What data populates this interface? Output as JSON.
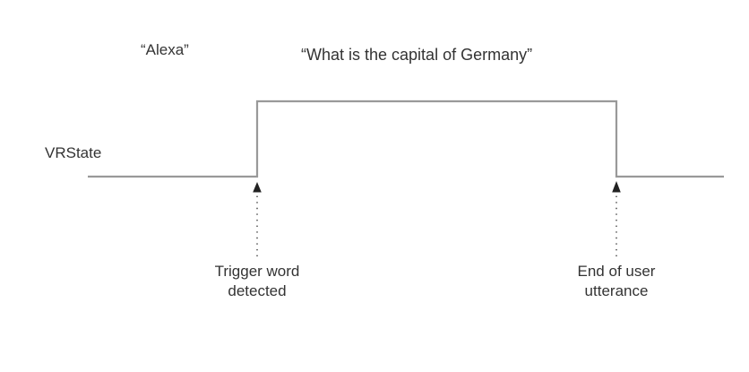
{
  "figure": {
    "background_color": "#ffffff",
    "signal_color": "#999999",
    "text_color": "#333333",
    "annotation_color": "#222222",
    "signal_name": "VRState",
    "speech_labels": [
      {
        "text": "“Alexa”"
      },
      {
        "text": "“What is the capital of Germany”"
      }
    ],
    "events": [
      {
        "caption_line1": "Trigger word",
        "caption_line2": "detected"
      },
      {
        "caption_line1": "End of user",
        "caption_line2": "utterance"
      }
    ]
  },
  "chart_data": {
    "type": "line",
    "title": "",
    "xlabel": "",
    "ylabel": "VRState",
    "series": [
      {
        "name": "VRState",
        "x": [
          98,
          287,
          287,
          688,
          688,
          808
        ],
        "y": [
          0,
          0,
          1,
          1,
          0,
          0
        ],
        "step": true
      }
    ],
    "ylim": [
      0,
      1
    ],
    "grid": false,
    "legend": "none",
    "annotations": [
      {
        "type": "arrow-up-dotted",
        "x": 287,
        "label": "Trigger word detected"
      },
      {
        "type": "arrow-up-dotted",
        "x": 688,
        "label": "End of user utterance"
      },
      {
        "type": "text",
        "x": 196,
        "label": "“Alexa”"
      },
      {
        "type": "text",
        "x": 504,
        "label": "“What is the capital of Germany”"
      }
    ]
  }
}
